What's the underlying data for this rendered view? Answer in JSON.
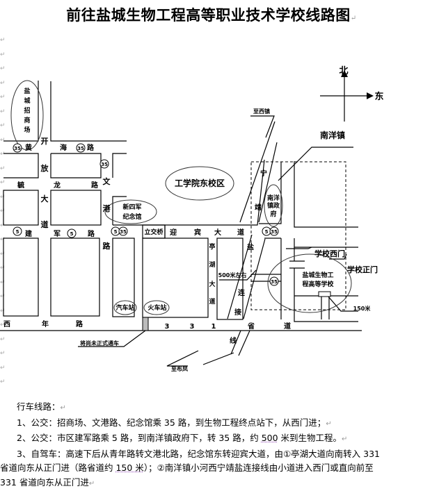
{
  "title": "前往盐城生物工程高等职业技术学校线路图",
  "paragraph_mark": "↵",
  "compass": {
    "north": "北",
    "east": "东"
  },
  "map": {
    "landmarks": {
      "shopping_mall": [
        "盐",
        "城",
        "招",
        "商",
        "场"
      ],
      "east_campus": "工学院东校区",
      "memorial_line1": "新四军",
      "memorial_line2": "纪念馆",
      "nanyang_gov_line1": "南洋",
      "nanyang_gov_line2": "镇政",
      "nanyang_gov_line3": "府",
      "school_line1": "盐城生物工",
      "school_line2": "程高等学校",
      "bus_station": "汽车站",
      "train_station": "火车站",
      "overpass": "立交桥",
      "nanyang_town": "南洋镇",
      "to_xiyang": "至西镇",
      "to_bufeng": "至布凤",
      "west_gate": "学校西门",
      "main_gate": "学校正门",
      "distance_500": "500米左右",
      "distance_150": "150米",
      "unopened_note": "将尚未正式通车"
    },
    "roads": {
      "huanghai": [
        "黄",
        "海",
        "路"
      ],
      "jiefang": [
        "开",
        "放",
        "大",
        "道"
      ],
      "jianglong": [
        "毓",
        "龙",
        "路"
      ],
      "wengang": [
        "文",
        "港",
        "路"
      ],
      "jianjun": [
        "建",
        "军",
        "路"
      ],
      "yingbin": [
        "迎",
        "宾",
        "大",
        "道"
      ],
      "qingnian": [
        "西",
        "年",
        "路"
      ],
      "tinghu": [
        "亭",
        "湖",
        "大",
        "道"
      ],
      "ningjing": [
        "宁",
        "靖"
      ],
      "lianjie": [
        "盐",
        "连",
        "接",
        "线"
      ],
      "provincial_331": [
        "3",
        "3",
        "1",
        "省",
        "道"
      ]
    },
    "bus_badges": {
      "route35": "35",
      "route5": "5"
    }
  },
  "route_section": {
    "heading": "行车线路：",
    "item1": "1、公交：招商场、文港路、纪念馆乘 35 路，到生物工程终点站下，从西门进；",
    "item2_pre": "2、公交：市区建军路乘 5 路，到南洋镇政府下，转 35 路，约 ",
    "item2_num": "500",
    "item2_post": " 米到生物工程。",
    "item3_line1": "3、自驾车：高速下后从青年路转文港北路，纪念馆东转迎宾大道，由①亭湖大道向南转入 331",
    "item3_line2_pre": "省道向东从正门进（路省道约 ",
    "item3_line2_num": "150 米",
    "item3_line2_post": "）；②南洋镇小河西宁靖盐连接线由小道进入西门或直向前至",
    "item3_line3": "331 省道向东从正门进"
  }
}
